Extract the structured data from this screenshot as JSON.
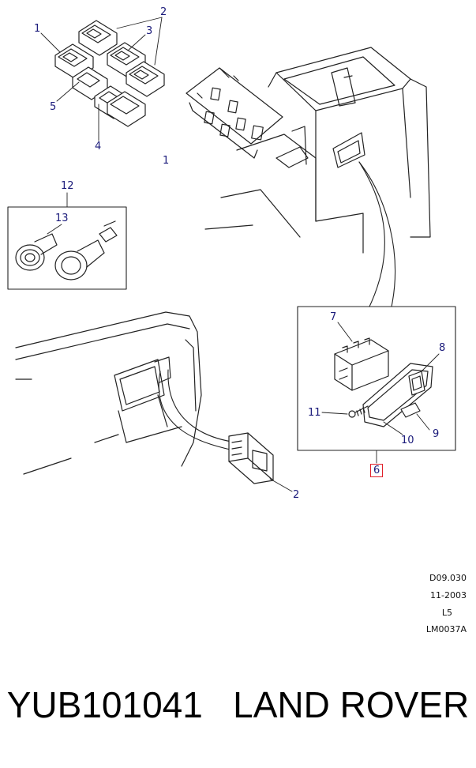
{
  "callouts": {
    "c1_top": "1",
    "c2_top": "2",
    "c3": "3",
    "c5": "5",
    "c4": "4",
    "c1_mid": "1",
    "c12": "12",
    "c13": "13",
    "c7": "7",
    "c8": "8",
    "c11": "11",
    "c10": "10",
    "c9": "9",
    "c6": "6",
    "c2_bottom": "2"
  },
  "reference": {
    "drawing_code": "D09.030",
    "date": "11-2003",
    "level": "L5",
    "sheet": "LM0037A"
  },
  "footer": {
    "part_number": "YUB101041",
    "brand": "LAND ROVER"
  },
  "colors": {
    "callout_text": "#1a1a7a",
    "highlight_box": "#e0202a",
    "line_art": "#222222"
  }
}
